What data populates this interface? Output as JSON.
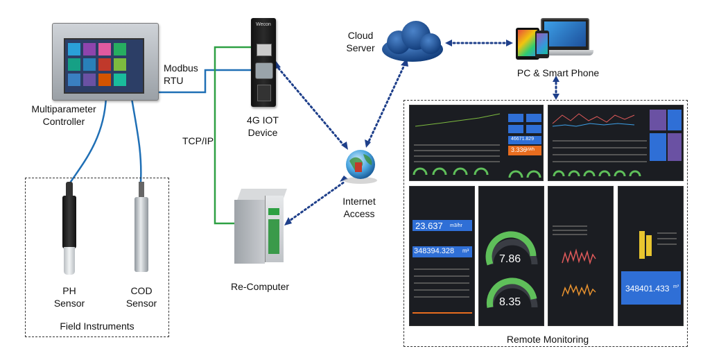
{
  "labels": {
    "controller": "Multiparameter\nController",
    "modbus": "Modbus\nRTU",
    "iot": "4G IOT\nDevice",
    "tcpip": "TCP/IP",
    "recomputer": "Re-Computer",
    "cloud": "Cloud\nServer",
    "internet": "Internet\nAccess",
    "pc": "PC & Smart Phone",
    "ph": "PH\nSensor",
    "cod": "COD\nSensor",
    "field": "Field Instruments",
    "remote": "Remote Monitoring"
  },
  "iot_brand": "Wecon",
  "metrics": {
    "flow_rate": "23.637",
    "flow_unit": "m3/hr",
    "total_a": "348394.328",
    "total_a_unit": "m³",
    "gauge1": "7.86",
    "gauge2": "8.35",
    "total_b": "348401.433",
    "total_b_unit": "m³",
    "desk_total": "46671.829",
    "desk_kwh": "3.336",
    "desk_kwh_unit": "kWh"
  },
  "colors": {
    "modbus_line": "#1f6fb5",
    "tcp_line": "#2ea043",
    "dotted_link": "#1e3f8a",
    "tile_blue": "#2f6fd6",
    "tile_orange": "#e86d1f",
    "gauge_green": "#5fbf5a",
    "dashboard_bg": "#1b1d22"
  },
  "icons": [
    "controller-device-icon",
    "iot-device-icon",
    "recomputer-device-icon",
    "cloud-icon",
    "globe-icon",
    "pc-phone-icon",
    "ph-sensor-icon",
    "cod-sensor-icon"
  ]
}
